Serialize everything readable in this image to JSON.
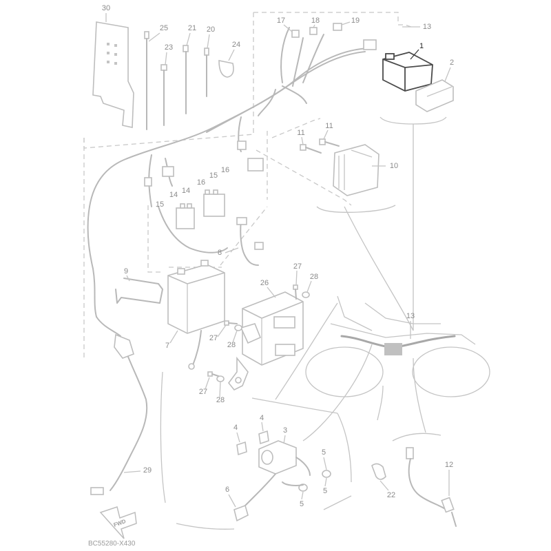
{
  "diagram_code": "BC55280-X430",
  "fwd_label": "FWD",
  "callouts": {
    "c1": "1",
    "c2": "2",
    "c3": "3",
    "c4a": "4",
    "c4b": "4",
    "c5a": "5",
    "c5b": "5",
    "c5c": "5",
    "c6": "6",
    "c7": "7",
    "c8": "8",
    "c9": "9",
    "c10": "10",
    "c11a": "11",
    "c11b": "11",
    "c12": "12",
    "c13a": "13",
    "c13b": "13",
    "c14a": "14",
    "c14b": "14",
    "c15a": "15",
    "c15b": "15",
    "c16a": "16",
    "c16b": "16",
    "c17": "17",
    "c18": "18",
    "c19": "19",
    "c20": "20",
    "c21": "21",
    "c22": "22",
    "c23": "23",
    "c24": "24",
    "c25": "25",
    "c26": "26",
    "c27a": "27",
    "c27b": "27",
    "c27c": "27",
    "c28a": "28",
    "c28b": "28",
    "c28c": "28",
    "c29": "29",
    "c30": "30"
  },
  "highlighted_part": "1"
}
